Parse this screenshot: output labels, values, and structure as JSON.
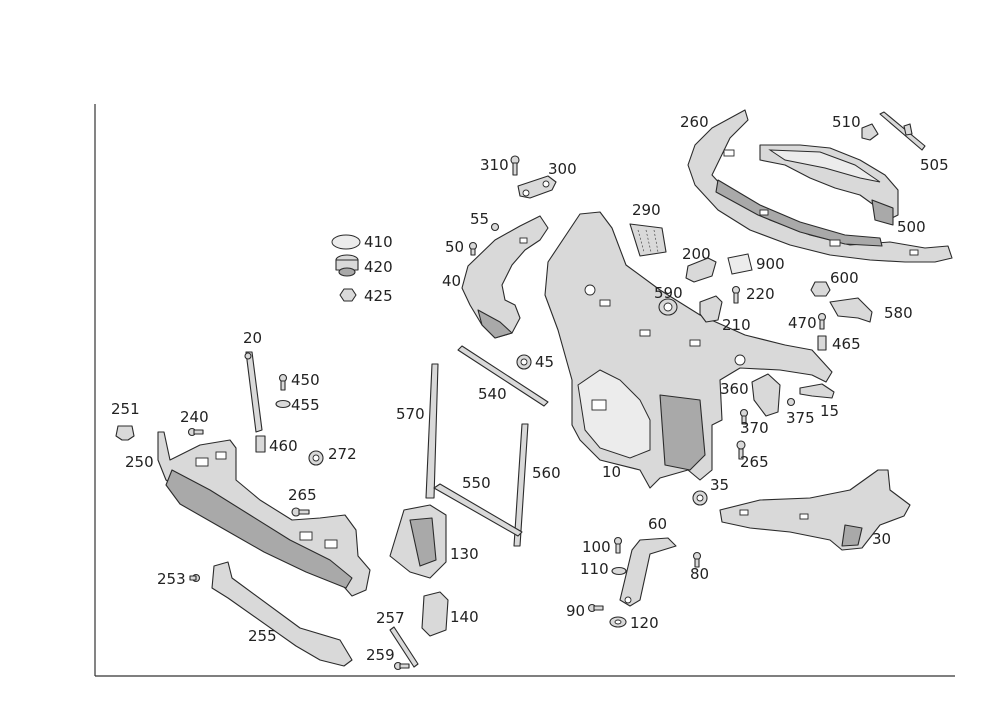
{
  "diagram": {
    "callouts": [
      {
        "id": "c260",
        "label": "260"
      },
      {
        "id": "c510",
        "label": "510"
      },
      {
        "id": "c505",
        "label": "505"
      },
      {
        "id": "c500",
        "label": "500"
      },
      {
        "id": "c310",
        "label": "310"
      },
      {
        "id": "c300",
        "label": "300"
      },
      {
        "id": "c290",
        "label": "290"
      },
      {
        "id": "c55",
        "label": "55"
      },
      {
        "id": "c50",
        "label": "50"
      },
      {
        "id": "c40",
        "label": "40"
      },
      {
        "id": "c410",
        "label": "410"
      },
      {
        "id": "c420",
        "label": "420"
      },
      {
        "id": "c425",
        "label": "425"
      },
      {
        "id": "c200",
        "label": "200"
      },
      {
        "id": "c900",
        "label": "900"
      },
      {
        "id": "c220",
        "label": "220"
      },
      {
        "id": "c590",
        "label": "590"
      },
      {
        "id": "c210",
        "label": "210"
      },
      {
        "id": "c600",
        "label": "600"
      },
      {
        "id": "c470",
        "label": "470"
      },
      {
        "id": "c580",
        "label": "580"
      },
      {
        "id": "c465",
        "label": "465"
      },
      {
        "id": "c20",
        "label": "20"
      },
      {
        "id": "c450",
        "label": "450"
      },
      {
        "id": "c455",
        "label": "455"
      },
      {
        "id": "c45",
        "label": "45"
      },
      {
        "id": "c540",
        "label": "540"
      },
      {
        "id": "c360",
        "label": "360"
      },
      {
        "id": "c375",
        "label": "375"
      },
      {
        "id": "c15",
        "label": "15"
      },
      {
        "id": "c570",
        "label": "570"
      },
      {
        "id": "c251",
        "label": "251"
      },
      {
        "id": "c240",
        "label": "240"
      },
      {
        "id": "c460",
        "label": "460"
      },
      {
        "id": "c272",
        "label": "272"
      },
      {
        "id": "c250",
        "label": "250"
      },
      {
        "id": "c370",
        "label": "370"
      },
      {
        "id": "c265a",
        "label": "265"
      },
      {
        "id": "c560",
        "label": "560"
      },
      {
        "id": "c10",
        "label": "10"
      },
      {
        "id": "c550",
        "label": "550"
      },
      {
        "id": "c35",
        "label": "35"
      },
      {
        "id": "c265b",
        "label": "265"
      },
      {
        "id": "c60",
        "label": "60"
      },
      {
        "id": "c30",
        "label": "30"
      },
      {
        "id": "c130",
        "label": "130"
      },
      {
        "id": "c100",
        "label": "100"
      },
      {
        "id": "c110",
        "label": "110"
      },
      {
        "id": "c80",
        "label": "80"
      },
      {
        "id": "c253",
        "label": "253"
      },
      {
        "id": "c90",
        "label": "90"
      },
      {
        "id": "c120",
        "label": "120"
      },
      {
        "id": "c257",
        "label": "257"
      },
      {
        "id": "c140",
        "label": "140"
      },
      {
        "id": "c255",
        "label": "255"
      },
      {
        "id": "c259",
        "label": "259"
      }
    ]
  }
}
